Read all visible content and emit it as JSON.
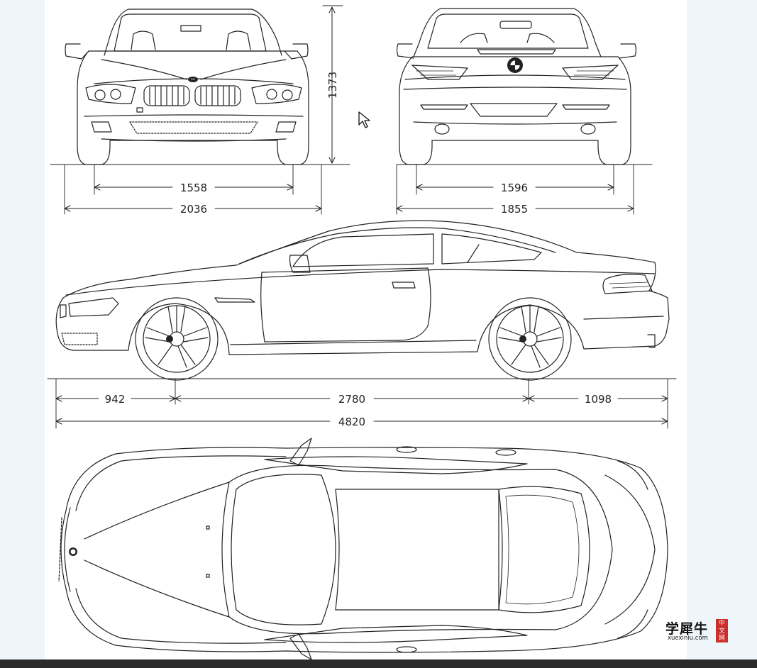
{
  "dimensions": {
    "height": "1373",
    "front_track": "1558",
    "front_width": "2036",
    "rear_track": "1596",
    "rear_width": "1855",
    "front_overhang": "942",
    "wheelbase": "2780",
    "rear_overhang": "1098",
    "overall_length": "4820"
  },
  "watermark": {
    "chinese": "学犀牛",
    "site": "xuexiniu.com",
    "stamp": [
      "中",
      "文",
      "网"
    ]
  },
  "icons": [
    "bmw-logo-icon",
    "mouse-cursor-icon"
  ],
  "colors": {
    "line": "#222222",
    "sheet": "#ffffff",
    "background": "#eef5fb",
    "stamp": "#c9302c"
  }
}
